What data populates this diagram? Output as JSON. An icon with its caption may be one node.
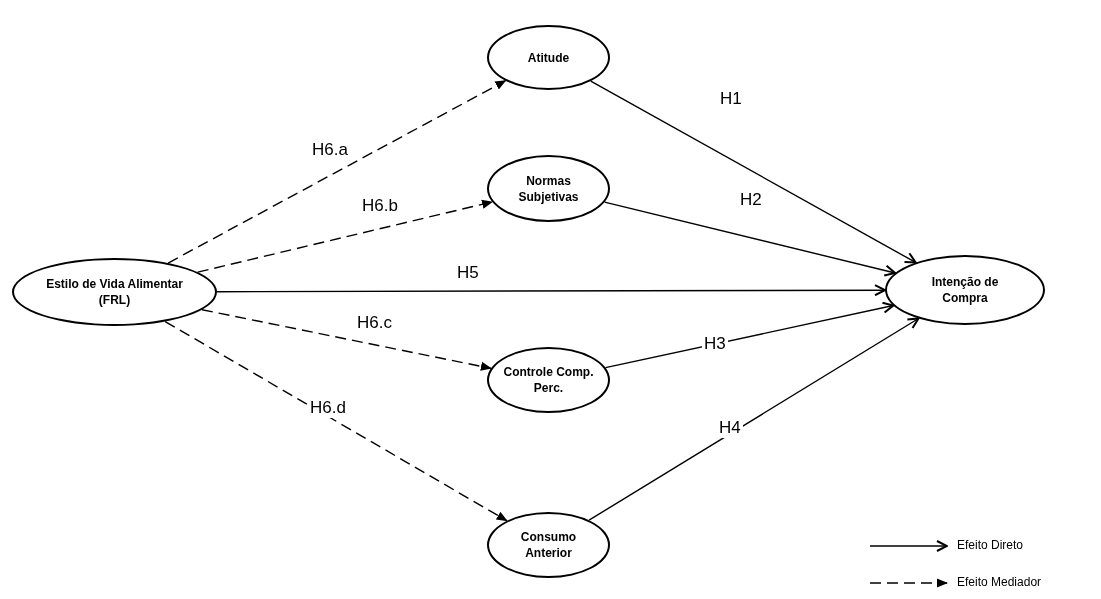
{
  "diagram": {
    "nodes": [
      {
        "text": [
          "Estilo de Vida Alimentar (FRL)"
        ]
      },
      {
        "text": [
          "Atitude"
        ]
      },
      {
        "text": [
          "Normas Subjetivas"
        ]
      },
      {
        "text": [
          "Controle Comp. Perc."
        ]
      },
      {
        "text": [
          "Consumo Anterior"
        ]
      },
      {
        "text": [
          "Intenção de Compra"
        ]
      }
    ],
    "edges": [
      {
        "from": 0,
        "to": 1,
        "arrow": "to",
        "label": "H6.a",
        "style": "dashed"
      },
      {
        "from": 0,
        "to": 2,
        "arrow": "to",
        "label": "H6.b",
        "style": "dashed"
      },
      {
        "from": 0,
        "to": 5,
        "arrow": "to",
        "label": "H5"
      },
      {
        "from": 0,
        "to": 3,
        "arrow": "to",
        "label": "H6.c",
        "style": "dashed"
      },
      {
        "from": 0,
        "to": 4,
        "arrow": "to",
        "label": "H6.d",
        "style": "dashed"
      },
      {
        "from": 1,
        "to": 5,
        "arrow": "to",
        "label": "H1"
      },
      {
        "from": 2,
        "to": 5,
        "arrow": "to",
        "label": "H2"
      },
      {
        "from": 3,
        "to": 5,
        "arrow": "to",
        "label": "H3"
      },
      {
        "from": 4,
        "to": 5,
        "arrow": "to",
        "label": "H4"
      }
    ],
    "legend": [
      {
        "text": "Efeito Direto"
      },
      {
        "text": "Efeito Mediador"
      }
    ]
  }
}
